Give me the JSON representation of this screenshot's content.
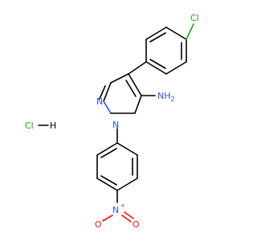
{
  "molecule": {
    "atoms": {
      "cl_top": {
        "text": "Cl",
        "color": "#1FA01F"
      },
      "n_ring_left": {
        "text": "N",
        "color": "#3050F8"
      },
      "n_ring_bottom": {
        "text": "N",
        "color": "#3050F8"
      },
      "nh2": {
        "text": "NH",
        "sub": "2",
        "color": "#3050F8"
      },
      "hcl_cl": {
        "text": "Cl",
        "color": "#1FA01F"
      },
      "hcl_h": {
        "text": "H",
        "color": "#000000"
      },
      "nitro_n": {
        "text": "N",
        "charge": "+",
        "color": "#3050F8"
      },
      "nitro_o_left": {
        "text": "O",
        "charge": "−",
        "color": "#FF0D0D"
      },
      "nitro_o_right": {
        "text": "O",
        "color": "#FF0D0D"
      }
    }
  }
}
